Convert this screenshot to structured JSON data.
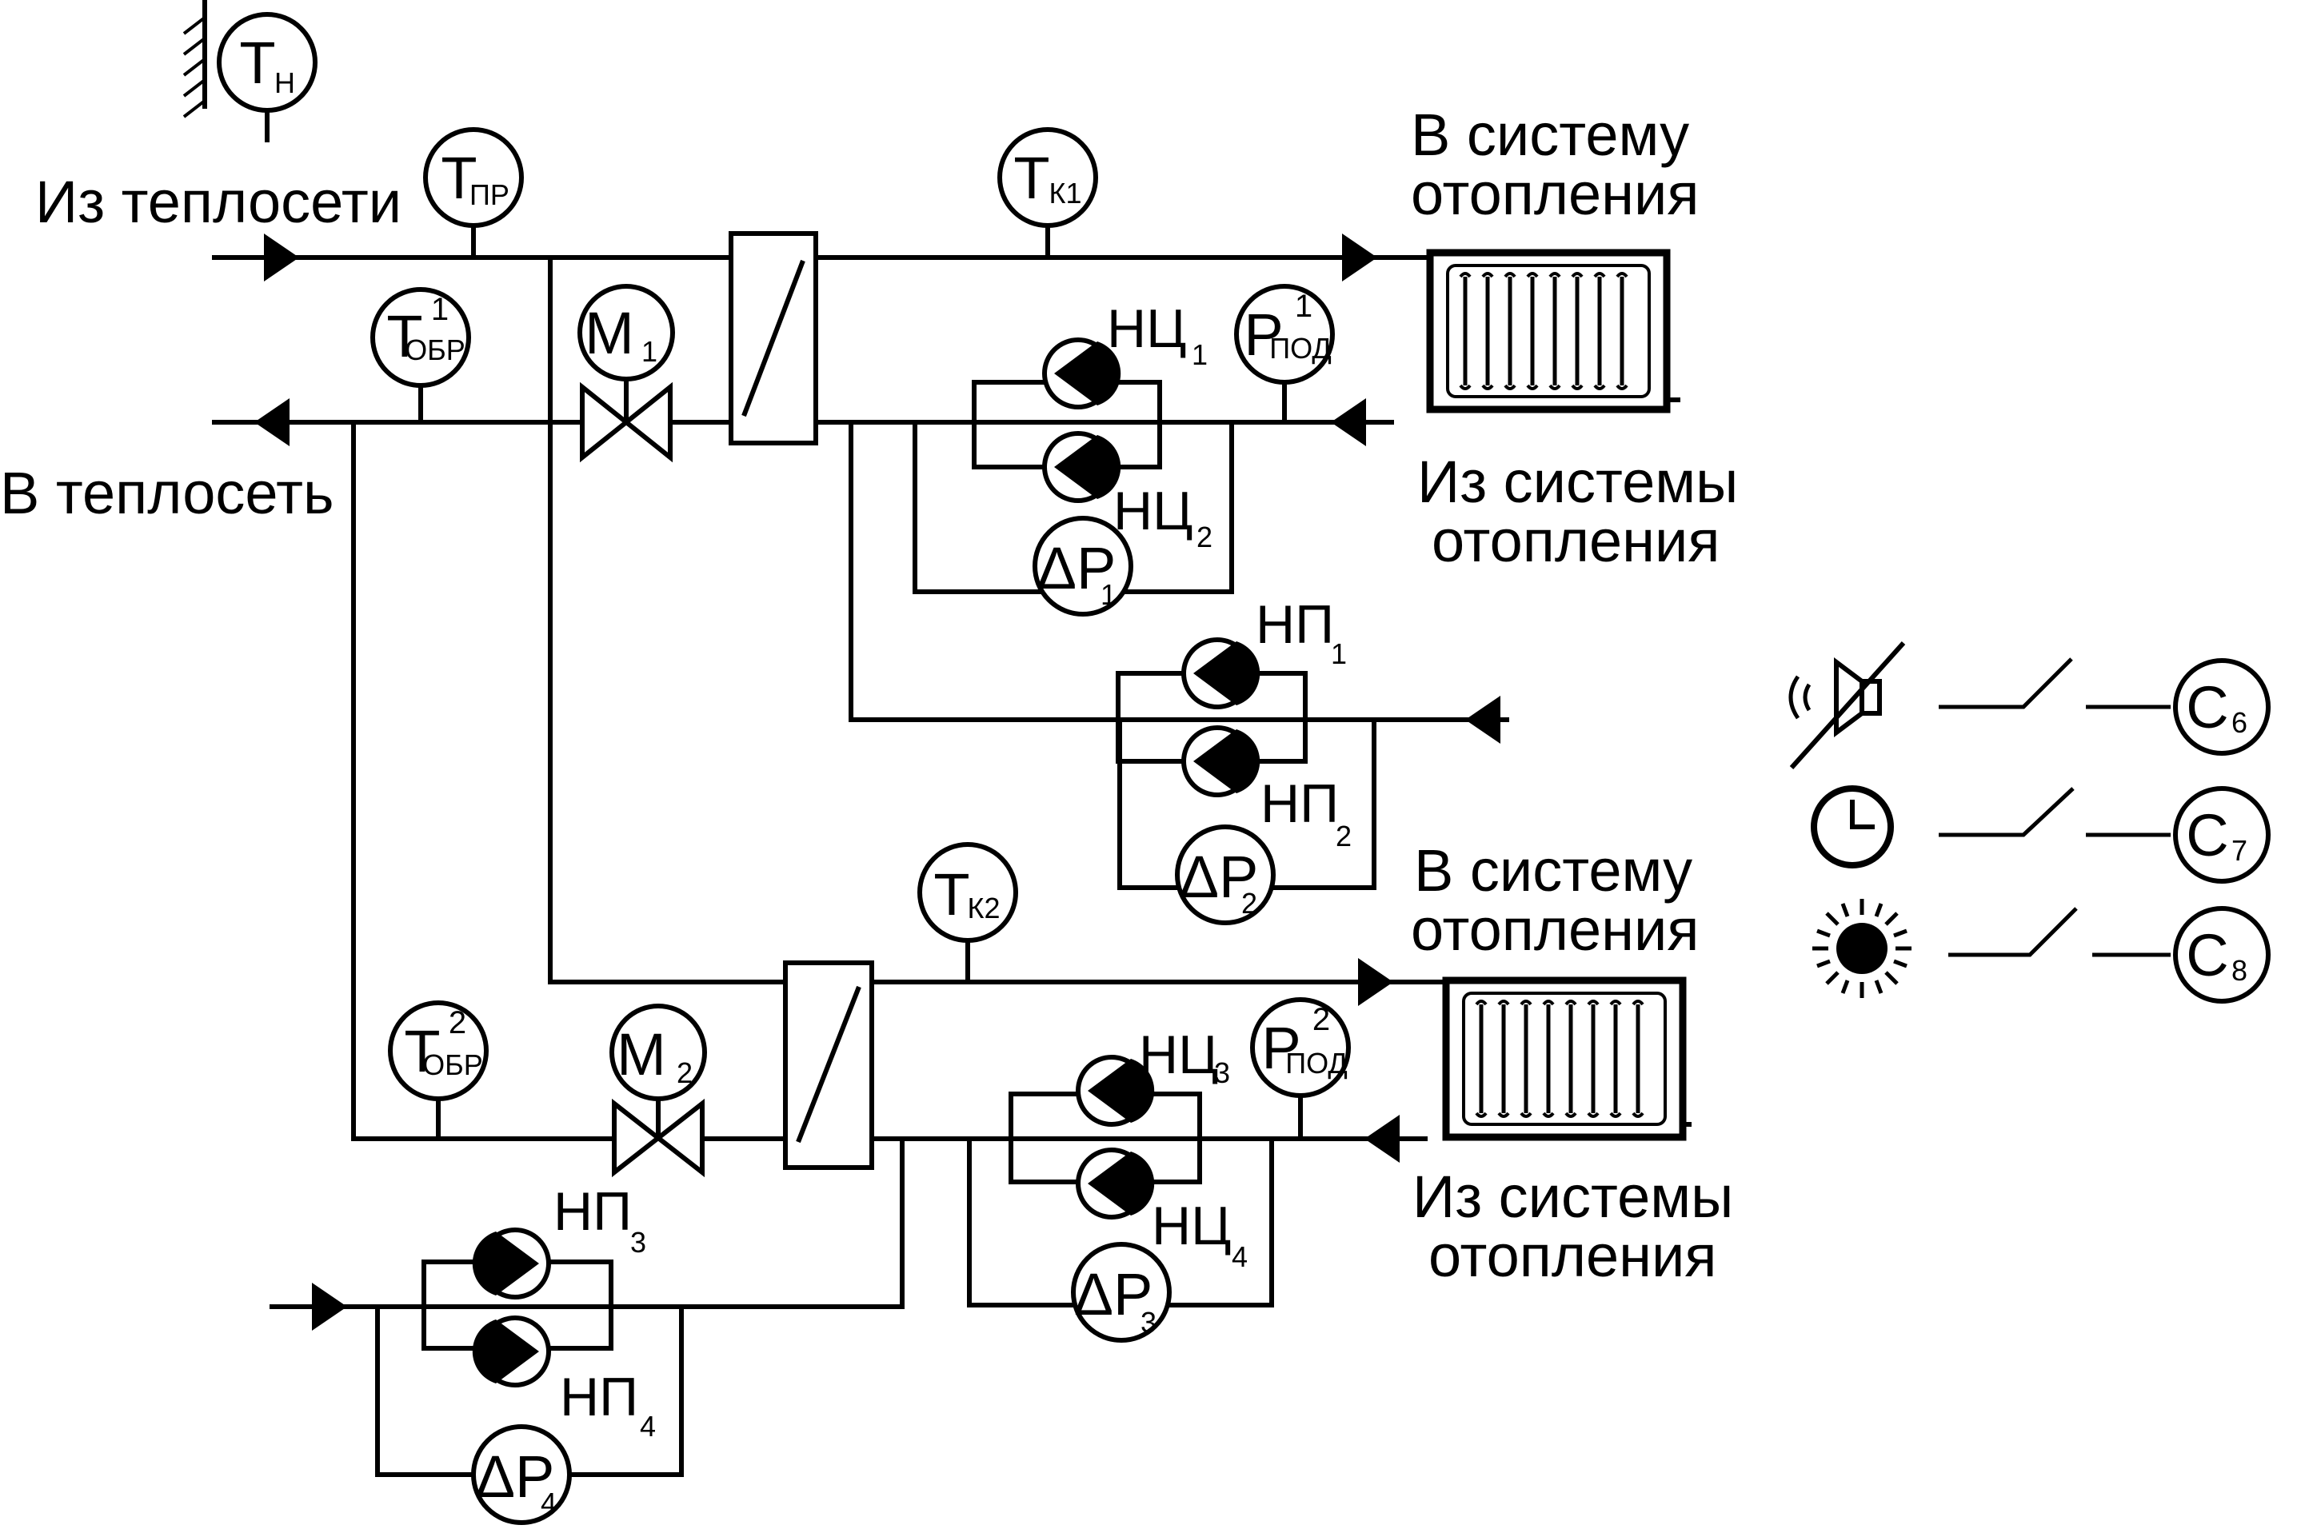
{
  "labels": {
    "from_heat_network": "Из теплосети",
    "to_heat_network": "В теплосеть",
    "to_heating_1": [
      "В систему",
      "отопления"
    ],
    "from_heating_1": [
      "Из системы",
      "отопления"
    ],
    "to_heating_2": [
      "В систему",
      "отопления"
    ],
    "from_heating_2": [
      "Из системы",
      "отопления"
    ]
  },
  "sensors": {
    "t_outdoor": {
      "main": "T",
      "sub": "Н"
    },
    "t_supply": {
      "main": "T",
      "sub": "ПР"
    },
    "t_k1": {
      "main": "T",
      "sub": "К1"
    },
    "t_k2": {
      "main": "T",
      "sub": "К2"
    },
    "t_return_1": {
      "main": "T",
      "sub": "ОБР",
      "sup": "1"
    },
    "t_return_2": {
      "main": "T",
      "sub": "ОБР",
      "sup": "2"
    },
    "p_supply_1": {
      "main": "P",
      "sub": "ПОД",
      "sup": "1"
    },
    "p_supply_2": {
      "main": "P",
      "sub": "ПОД",
      "sup": "2"
    },
    "valve_1": {
      "main": "M",
      "sub": "1"
    },
    "valve_2": {
      "main": "M",
      "sub": "2"
    },
    "dp_1": {
      "main": "ΔP",
      "sub": "1"
    },
    "dp_2": {
      "main": "ΔP",
      "sub": "2"
    },
    "dp_3": {
      "main": "ΔP",
      "sub": "3"
    },
    "dp_4": {
      "main": "ΔP",
      "sub": "4"
    },
    "c6": {
      "main": "C",
      "sub": "6"
    },
    "c7": {
      "main": "C",
      "sub": "7"
    },
    "c8": {
      "main": "C",
      "sub": "8"
    }
  },
  "pumps": {
    "nc1": {
      "main": "НЦ",
      "sub": "1"
    },
    "nc2": {
      "main": "НЦ",
      "sub": "2"
    },
    "nc3": {
      "main": "НЦ",
      "sub": "3"
    },
    "nc4": {
      "main": "НЦ",
      "sub": "4"
    },
    "np1": {
      "main": "НП",
      "sub": "1"
    },
    "np2": {
      "main": "НП",
      "sub": "2"
    },
    "np3": {
      "main": "НП",
      "sub": "3"
    },
    "np4": {
      "main": "НП",
      "sub": "4"
    }
  },
  "icons": [
    "speaker-muted-icon",
    "clock-icon",
    "sun-icon",
    "radiator-icon",
    "pump-icon",
    "valve-icon",
    "heat-exchanger-icon",
    "switch-icon"
  ]
}
